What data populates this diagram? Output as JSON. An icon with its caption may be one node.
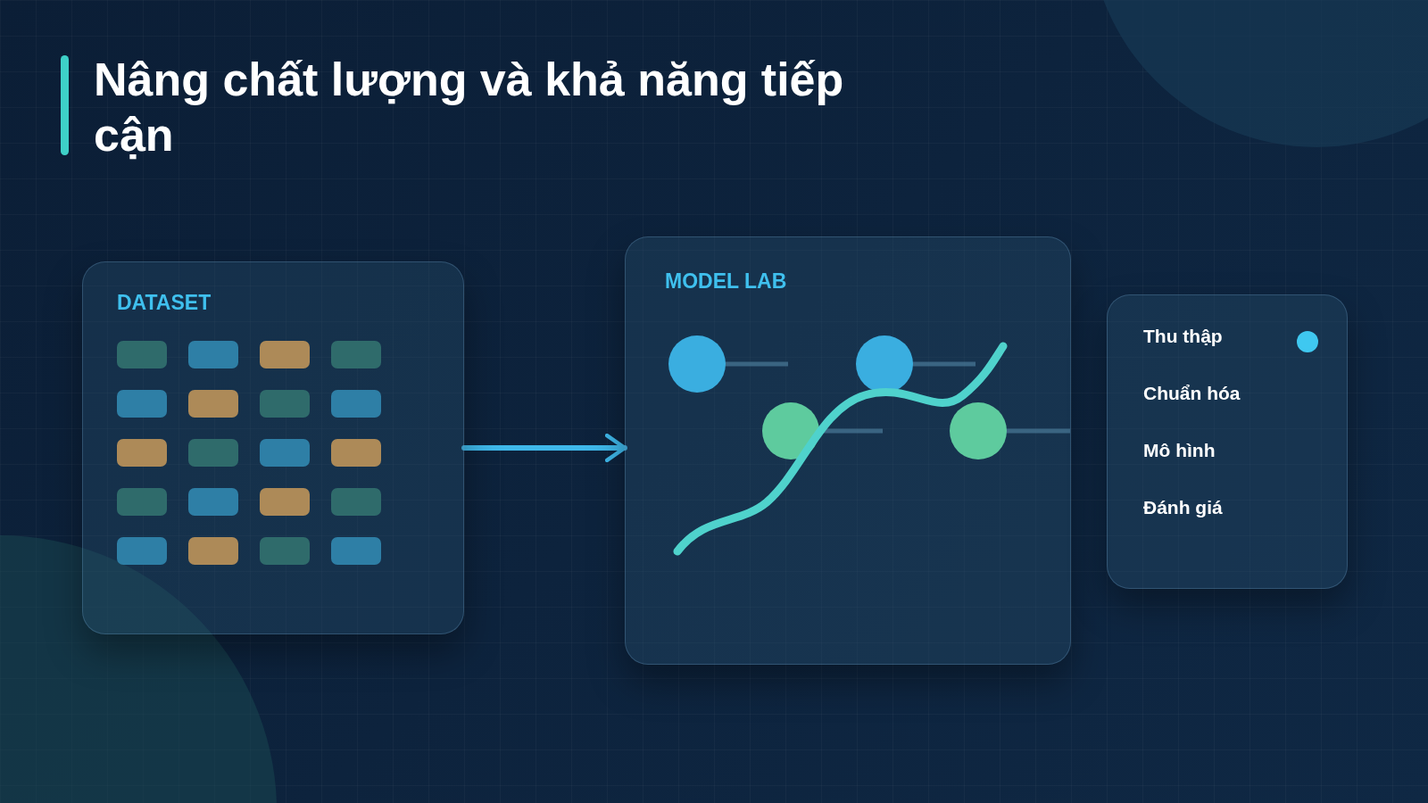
{
  "diagram": {
    "title": "Nâng chất lượng và khả năng tiếp cận",
    "nodes": [
      {
        "text": [
          "DATASET"
        ]
      },
      {
        "text": [
          "MODEL LAB"
        ]
      },
      {
        "text": [
          "Thu thập",
          "Chuẩn hóa",
          "Mô hình",
          "Đánh giá"
        ]
      }
    ],
    "edges": [
      {
        "from": 0,
        "to": 1,
        "arrow": "to"
      }
    ]
  }
}
